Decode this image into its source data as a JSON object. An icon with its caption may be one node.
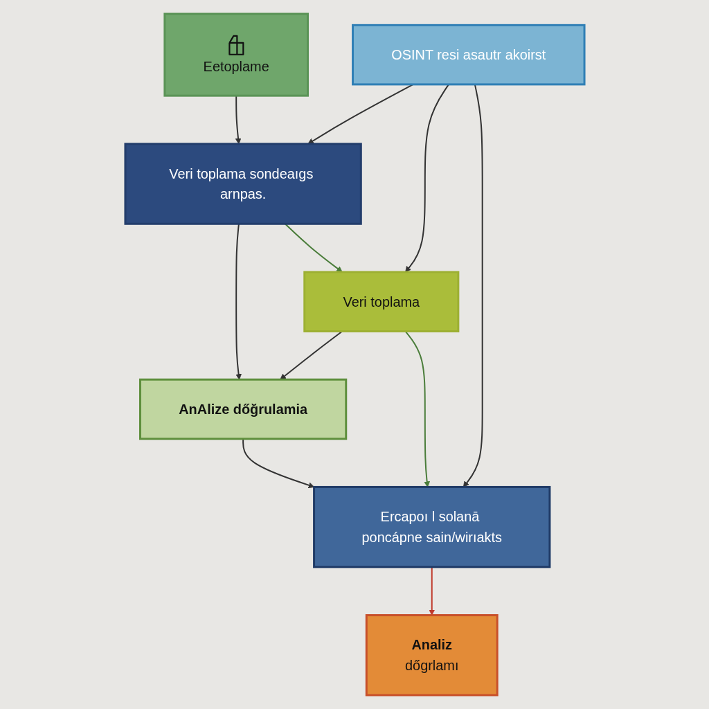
{
  "diagram": {
    "nodes": [
      {
        "text": [
          "Eetoplame"
        ]
      },
      {
        "text": [
          "Veri toplama sondeaıgs arnpas."
        ]
      },
      {
        "text": [
          "OSINT resi asautr akoirst"
        ]
      },
      {
        "text": [
          "Veri toplama"
        ]
      },
      {
        "text": [
          "AnAlize dőğrulamia"
        ]
      },
      {
        "text": [
          "Ercapoı l solanā poncápne sain/wirıakts"
        ]
      },
      {
        "text": [
          "Analiz",
          "dőgrlamı"
        ]
      }
    ],
    "edges": [
      {
        "from": 0,
        "to": 1,
        "arrow": "to"
      },
      {
        "from": 2,
        "to": 1,
        "arrow": "to"
      },
      {
        "from": 1,
        "to": 4,
        "arrow": "to"
      },
      {
        "from": 1,
        "to": 3,
        "arrow": "to",
        "color": "#4a7d3a"
      },
      {
        "from": 2,
        "to": 3,
        "arrow": "to"
      },
      {
        "from": 3,
        "to": 4,
        "arrow": "to"
      },
      {
        "from": 2,
        "to": 5,
        "arrow": "to"
      },
      {
        "from": 3,
        "to": 5,
        "arrow": "to",
        "color": "#4a7d3a"
      },
      {
        "from": 4,
        "to": 5,
        "arrow": "to"
      },
      {
        "from": 5,
        "to": 6,
        "arrow": "to",
        "color": "#c0392b"
      }
    ]
  }
}
